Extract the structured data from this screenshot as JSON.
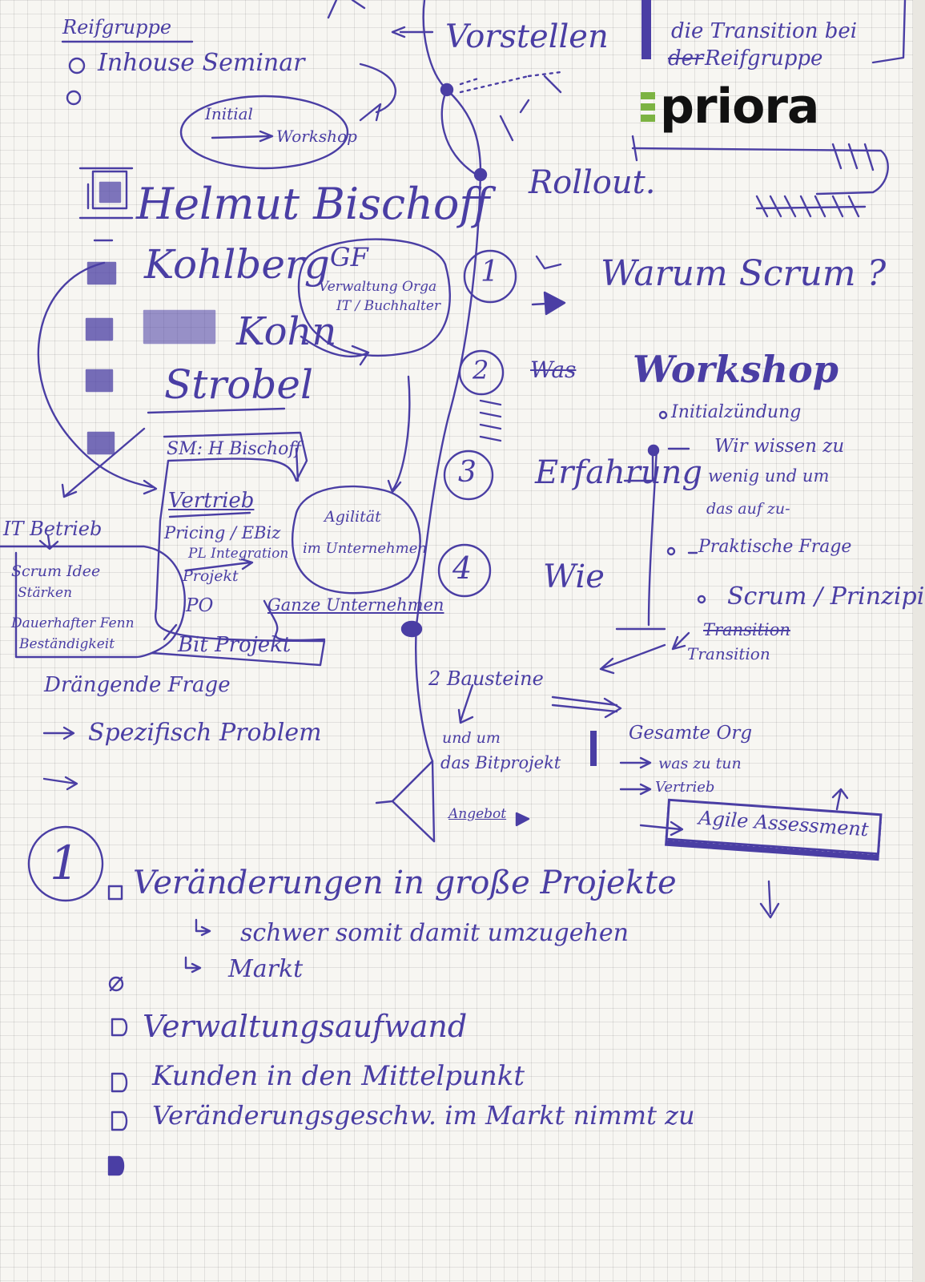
{
  "header_right": {
    "line1": "die Transition bei",
    "line2_struck": "der",
    "line2": "Reifgruppe"
  },
  "logo": {
    "word": "priora"
  },
  "top_left": {
    "title": "Reifgruppe",
    "item1": "Inhouse Seminar",
    "bubble_line1": "Initial",
    "bubble_line2": "Workshop"
  },
  "top_center": {
    "vorstellen": "Vorstellen",
    "rollout": "Rollout."
  },
  "people": [
    "Helmut Bischoff",
    "Kohlberg",
    "Kohn",
    "Strobel"
  ],
  "gf_bubble": {
    "title": "GF",
    "line1": "Verwaltung Orga",
    "line2": "IT / Buchhalter"
  },
  "org_box": {
    "sm": "SM: H Bischoff",
    "vertrieb": "Vertrieb",
    "line1": "Pricing / EBiz",
    "line2": "PL Integration",
    "line3": "Projekt",
    "line4": "PO",
    "line5": "Bit Projekt"
  },
  "agilitaet": {
    "line1": "Agilität",
    "line2": "im Unternehmen",
    "label": "Ganze Unternehmen"
  },
  "it_betrieb": {
    "title": "IT Betrieb",
    "items": [
      "Scrum Idee",
      "Stärken",
      "Dauerhafter Fenn",
      "Beständigkeit"
    ]
  },
  "left_notes": [
    "Drängende Frage",
    "Spezifisch Problem"
  ],
  "steps": [
    {
      "num": "1",
      "label": "Warum Scrum ?"
    },
    {
      "num": "2",
      "label": "Workshop",
      "struck": "Was"
    },
    {
      "num": "3",
      "label": "Erfahrung"
    },
    {
      "num": "4",
      "label": "Wie"
    }
  ],
  "workshop_items": [
    "Initialzündung",
    "Wir wissen zu",
    "wenig und um",
    "das auf zu-",
    "Praktische Frage",
    "Scrum / Prinzipien",
    "Transition",
    "Transition"
  ],
  "middle": {
    "bausteine": "2 Bausteine",
    "line1": "und um",
    "line2": "das Bitprojekt",
    "angebot": "Angebot",
    "gesamte": "Gesamte Org",
    "was": "was zu tun",
    "vertrieb": "Vertrieb",
    "agile": "Agile Assessment"
  },
  "bottom": {
    "num": "1",
    "line1": "Veränderungen in große Projekte",
    "sub1": "schwer somit damit umzugehen",
    "sub2": "Markt",
    "items": [
      "Verwaltungsaufwand",
      "Kunden in den Mittelpunkt",
      "Veränderungsgeschw. im Markt nimmt zu"
    ]
  }
}
